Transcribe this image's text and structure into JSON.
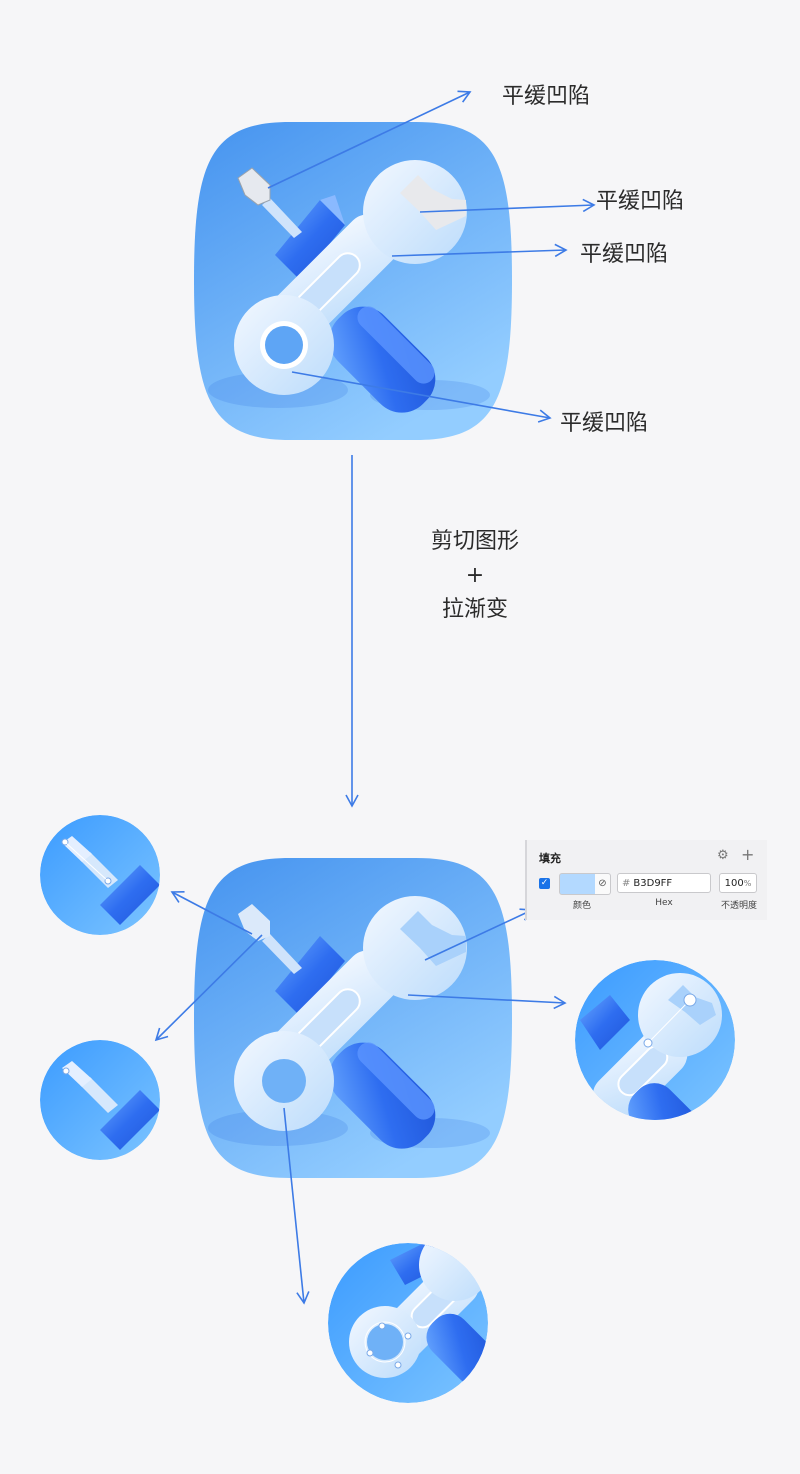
{
  "top_callouts": {
    "screwdriver_tip": "平缓凹陷",
    "wrench_head": "平缓凹陷",
    "wrench_handle": "平缓凹陷",
    "wrench_ring": "平缓凹陷"
  },
  "process": {
    "line1": "剪切图形",
    "line2": "+",
    "line3": "拉渐变"
  },
  "fill_panel": {
    "title": "填充",
    "hex_prefix": "#",
    "hex_value": "B3D9FF",
    "opacity_value": "100",
    "opacity_unit": "%",
    "color_caption": "颜色",
    "hex_caption": "Hex",
    "opacity_caption": "不透明度",
    "swatch_color": "#b3d9ff"
  },
  "icons": {
    "gear": "gear-icon",
    "plus": "plus-icon",
    "checkbox": "checkbox-icon",
    "link": "link-icon"
  },
  "colors": {
    "icon_bg_top": "#4d9bf0",
    "icon_bg_bottom": "#8cc8ff",
    "arrow": "#3d7be6",
    "wrench": "#dcebfb",
    "handle_blue": "#3a7bf0"
  }
}
